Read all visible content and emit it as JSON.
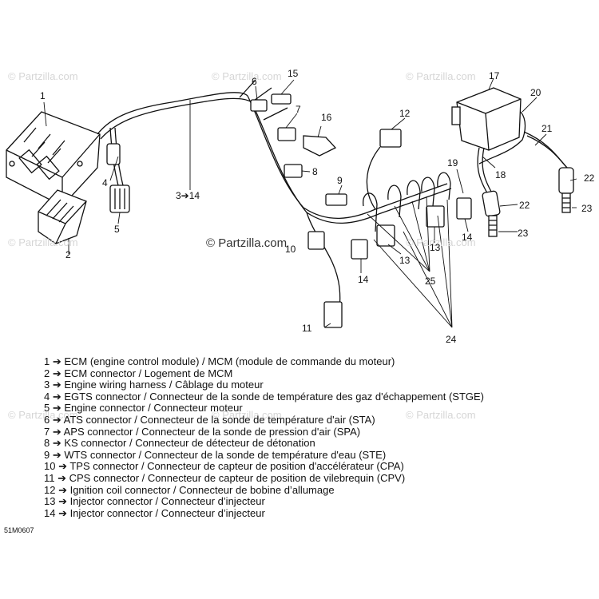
{
  "watermark": "© Partzilla.com",
  "center_mark": "© Partzilla.com",
  "callouts": {
    "c1": "1",
    "c2": "2",
    "c3": "3➔14",
    "c4": "4",
    "c5": "5",
    "c6": "6",
    "c7": "7",
    "c8": "8",
    "c9": "9",
    "c10": "10",
    "c11": "11",
    "c12": "12",
    "c13a": "13",
    "c13b": "13",
    "c14a": "14",
    "c14b": "14",
    "c15": "15",
    "c16": "16",
    "c17": "17",
    "c18": "18",
    "c19": "19",
    "c20": "20",
    "c21": "21",
    "c22a": "22",
    "c22b": "22",
    "c23a": "23",
    "c23b": "23",
    "c24": "24",
    "c25": "25"
  },
  "legend": [
    "1 ➔ ECM (engine control module) / MCM (module de commande du moteur)",
    "2 ➔ ECM connector / Logement de MCM",
    "3 ➔ Engine wiring harness / Câblage du moteur",
    "4 ➔ EGTS connector / Connecteur de la sonde de température des gaz d'échappement (STGE)",
    "5 ➔ Engine connector / Connecteur moteur",
    "6 ➔ ATS connector / Connecteur de la sonde de température d'air (STA)",
    "7 ➔ APS connector / Connecteur de la sonde de pression d'air (SPA)",
    "8 ➔ KS connector / Connecteur de détecteur de détonation",
    "9 ➔ WTS connector / Connecteur de la sonde de température d'eau (STE)",
    "10 ➔ TPS connector / Connecteur de capteur de position d'accélérateur (CPA)",
    "11 ➔ CPS connector / Connecteur  de capteur de position de vilebrequin (CPV)",
    "12 ➔ Ignition coil connector / Connecteur de bobine d’allumage",
    "13 ➔ Injector connector / Connecteur d’injecteur",
    "14 ➔ Injector connector / Connecteur d’injecteur"
  ],
  "figure_code": "51M0607"
}
